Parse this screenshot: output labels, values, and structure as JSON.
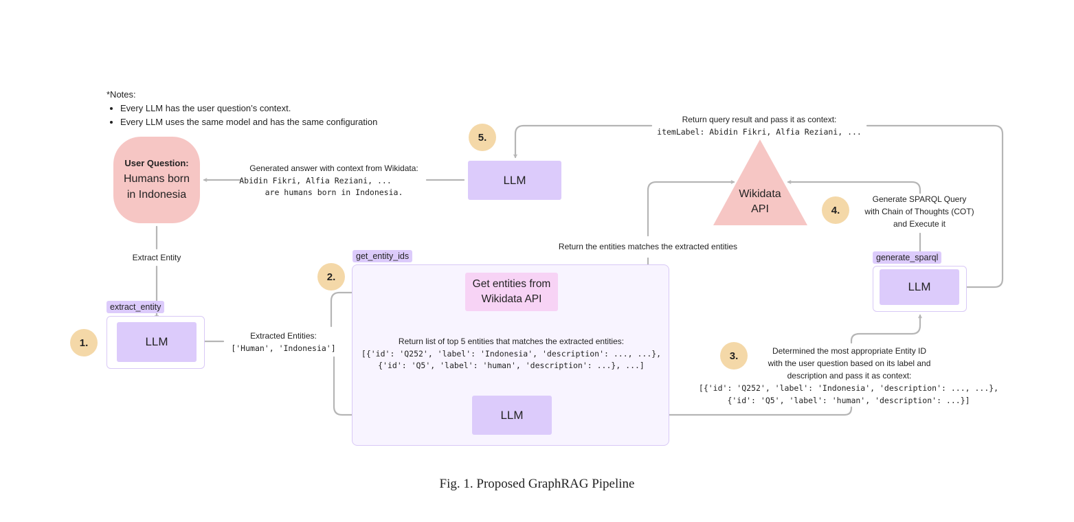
{
  "notes": {
    "title": "*Notes:",
    "items": [
      "Every LLM has the user question’s context.",
      "Every LLM uses the same model and has the same configuration"
    ]
  },
  "user_question": {
    "title": "User Question:",
    "line1": "Humans born",
    "line2": "in Indonesia"
  },
  "steps": {
    "s1": "1.",
    "s2": "2.",
    "s3": "3.",
    "s4": "4.",
    "s5": "5."
  },
  "llm_label": "LLM",
  "tags": {
    "extract": "extract_entity",
    "get_ids": "get_entity_ids",
    "sparql": "generate_sparql"
  },
  "get_entities": {
    "line1": "Get entities from",
    "line2": "Wikidata API"
  },
  "wikidata": {
    "line1": "Wikidata",
    "line2": "API"
  },
  "labels": {
    "extract_entity": "Extract Entity",
    "extracted_title": "Extracted Entities:",
    "extracted_value": "['Human', 'Indonesia']",
    "return_matches": "Return the entities matches the extracted entities",
    "top5_title": "Return  list of top 5 entities that matches the extracted entities:",
    "top5_line1": "[{'id': 'Q252', 'label': 'Indonesia', 'description': ..., ...},",
    "top5_line2": "{'id': 'Q5', 'label': 'human', 'description': ...}, ...]",
    "determined_1": "Determined the most appropriate Entity ID",
    "determined_2": "with the user question based on its label and",
    "determined_3": "description and pass it as context:",
    "determined_code1": "[{'id': 'Q252', 'label': 'Indonesia', 'description': ..., ...},",
    "determined_code2": "{'id': 'Q5', 'label': 'human', 'description': ...}]",
    "sparql_1": "Generate SPARQL Query",
    "sparql_2": "with Chain of Thoughts (COT)",
    "sparql_3": "and Execute it",
    "return_query_1": "Return query result and pass it as context:",
    "return_query_2": "itemLabel: Abidin Fikri, Alfia Reziani, ...",
    "answer_1": "Generated answer with context from Wikidata:",
    "answer_2": "Abidin Fikri, Alfia Reziani, ...",
    "answer_3": "are humans born in Indonesia."
  },
  "caption": "Fig. 1.  Proposed GraphRAG Pipeline",
  "colors": {
    "llm": "#dccbfb",
    "step_circle": "#f4d8a8",
    "user_question": "#f6c6c4",
    "wikidata": "#f6c6c4",
    "get_entities": "#f7d3f5",
    "arrow": "#b5b5b5"
  }
}
